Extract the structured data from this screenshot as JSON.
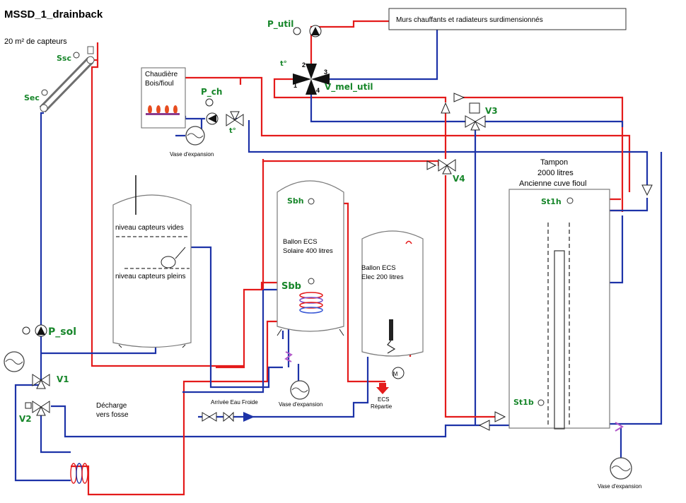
{
  "title": "MSSD_1_drainback",
  "collector_area": "20 m² de capteurs",
  "sensors": {
    "ssc": "Ssc",
    "sec": "Sec",
    "sbh": "Sbh",
    "sbb": "Sbb",
    "st1h": "St1h",
    "st1b": "St1b",
    "t_chaudiere": "t°",
    "t_util": "t°"
  },
  "pumps": {
    "p_sol": "P_sol",
    "p_ch": "P_ch",
    "p_util": "P_util"
  },
  "valves": {
    "v1": "V1",
    "v2": "V2",
    "v3": "V3",
    "v4": "V4",
    "v_mel_util": "V_mel_util",
    "port1": "1",
    "port2": "2",
    "port3": "3",
    "port4": "4"
  },
  "boiler": {
    "line1": "Chaudière",
    "line2": "Bois/fioul"
  },
  "heating_box": "Murs chauffants et radiateurs surdimensionnés",
  "drainback_tank": {
    "level_empty": "niveau capteurs vides",
    "level_full": "niveau capteurs pleins"
  },
  "solar_tank": {
    "line1": "Ballon ECS",
    "line2": "Solaire 400 litres"
  },
  "elec_tank": {
    "line1": "Ballon ECS",
    "line2": "Elec 200 litres"
  },
  "buffer_tank": {
    "line1": "Tampon",
    "line2": "2000 litres",
    "line3": "Ancienne cuve fioul"
  },
  "expansion_label": "Vase d'expansion",
  "cold_water": "Arrivée Eau Froide",
  "ecs_out": {
    "line1": "ECS",
    "line2": "Répartie"
  },
  "motor": "M",
  "drain": {
    "line1": "Décharge",
    "line2": "vers fosse"
  }
}
